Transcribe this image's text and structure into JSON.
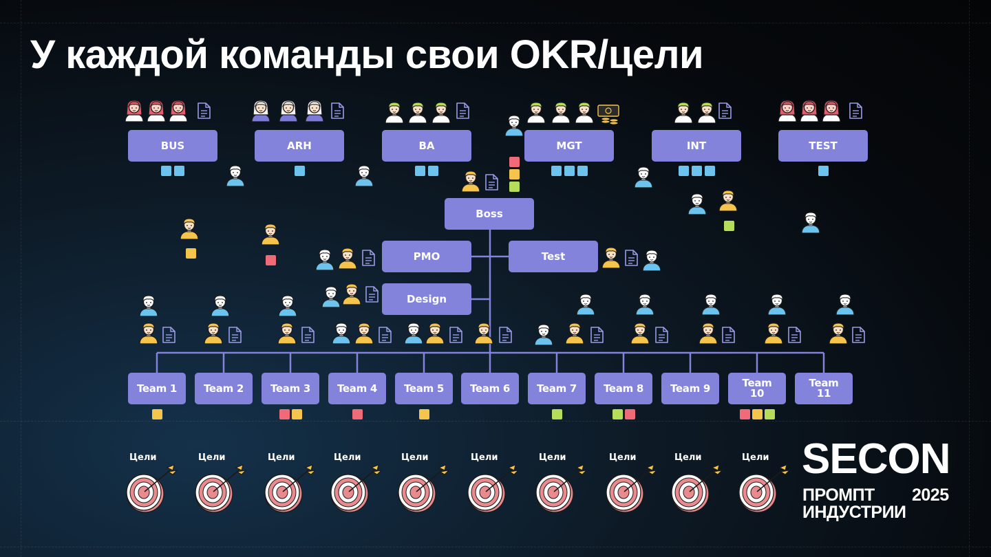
{
  "title": "У каждой команды свои OKR/цели",
  "departments": [
    {
      "label": "BUS",
      "squares": [
        "blue",
        "blue"
      ]
    },
    {
      "label": "ARH",
      "squares": [
        "blue"
      ]
    },
    {
      "label": "BA",
      "squares": [
        "blue",
        "blue"
      ]
    },
    {
      "label": "MGT",
      "squares": [
        "blue",
        "blue",
        "blue"
      ]
    },
    {
      "label": "INT",
      "squares": [
        "blue",
        "blue",
        "blue"
      ]
    },
    {
      "label": "TEST",
      "squares": [
        "blue"
      ]
    }
  ],
  "core": {
    "boss": "Boss",
    "pmo": "PMO",
    "test": "Test",
    "design": "Design",
    "boss_squares": [
      "red",
      "yellow",
      "green"
    ]
  },
  "teams": [
    {
      "label": "Team 1",
      "squares": [
        "yellow"
      ]
    },
    {
      "label": "Team 2",
      "squares": []
    },
    {
      "label": "Team 3",
      "squares": [
        "red",
        "yellow"
      ]
    },
    {
      "label": "Team 4",
      "squares": [
        "red"
      ]
    },
    {
      "label": "Team 5",
      "squares": [
        "yellow"
      ]
    },
    {
      "label": "Team 6",
      "squares": []
    },
    {
      "label": "Team 7",
      "squares": [
        "green"
      ]
    },
    {
      "label": "Team 8",
      "squares": [
        "green",
        "red"
      ]
    },
    {
      "label": "Team 9",
      "squares": []
    },
    {
      "label": "Team 10",
      "squares": [
        "red",
        "yellow",
        "green"
      ]
    },
    {
      "label": "Team 11",
      "squares": []
    }
  ],
  "floating_squares": [
    "yellow",
    "red",
    "green"
  ],
  "goals": {
    "label": "Цели",
    "count": 10
  },
  "logo": {
    "main": "SECON",
    "line1": "ПРОМПТ",
    "year": "2025",
    "line2": "ИНДУСТРИИ"
  },
  "colors": {
    "box": "#8483dc",
    "connector": "#8483dc",
    "blue": "#6cc3ee",
    "red": "#f06a78",
    "yellow": "#f5c44c",
    "green": "#b6dd5a"
  },
  "icons": [
    "woman-red-hair-icon",
    "woman-white-hair-icon",
    "man-green-hair-icon",
    "man-blue-icon",
    "man-yellow-icon",
    "document-icon",
    "money-icon",
    "target-icon"
  ]
}
